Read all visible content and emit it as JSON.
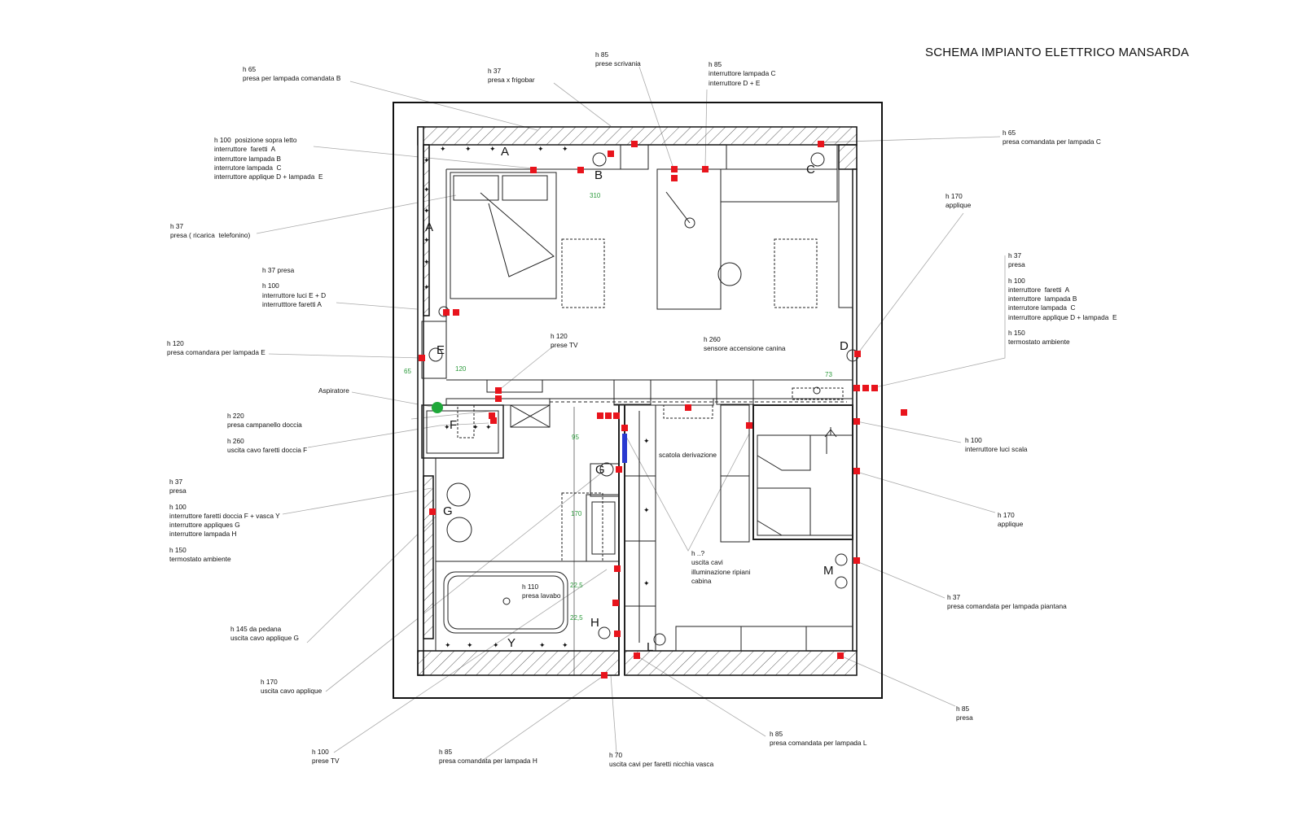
{
  "title": "SCHEMA IMPIANTO ELETTRICO MANSARDA",
  "annotations": {
    "lampada_b": [
      "h 65",
      "presa per lampada comandata B"
    ],
    "sopra_letto": [
      "h 100  posizione sopra letto",
      "interruttore  faretti  A",
      "interruttore lampada B",
      "interrutore lampada  C",
      "interruttore applique D + lampada  E"
    ],
    "ricarica": [
      "h 37",
      "presa ( ricarica  telefonino)"
    ],
    "frigobar": [
      "h 37",
      "presa x frigobar"
    ],
    "scrivania": [
      "h 85",
      "prese scrivania"
    ],
    "interr_c": [
      "h 85",
      "interruttore lampada C",
      "interruttore D + E"
    ],
    "lampada_c": [
      "h 65",
      "presa comandata per lampada C"
    ],
    "applique_d": [
      "h 170",
      "applique"
    ],
    "right_block": [
      "h 37",
      "presa",
      "",
      "h 100",
      "interruttore  faretti  A",
      "interruttore  lampada B",
      "interrutore lampada  C",
      "interruttore applique D + lampada  E",
      "",
      "h 150",
      "termostato ambiente"
    ],
    "ingresso": [
      "h 37 presa",
      "",
      "h 100",
      "interruttore luci E + D",
      "interrutttore faretti A"
    ],
    "lampada_e": [
      "h 120",
      "presa comandara per lampada E"
    ],
    "prese_tv_top": [
      "h 120",
      "prese TV"
    ],
    "sensore": [
      "h 260",
      "sensore accensione canina"
    ],
    "aspiratore": [
      "Aspiratore"
    ],
    "doccia": [
      "h 220",
      "presa campanello doccia",
      "",
      "h 260",
      "uscita cavo faretti doccia F"
    ],
    "scatola": [
      "scatola derivazione"
    ],
    "bagno_block": [
      "h 37",
      "presa",
      "",
      "h 100",
      "interruttore faretti doccia F + vasca Y",
      "interruttore appliques G",
      "interruttore lampada H",
      "",
      "h 150",
      "termostato ambiente"
    ],
    "cabina": [
      "h ..?",
      "uscita cavi",
      "illuminazione ripiani",
      "cabina"
    ],
    "applique_g": [
      "h 145 da pedana",
      "uscita cavo applique G"
    ],
    "uscita_applique": [
      "h 170",
      "uscita cavo applique"
    ],
    "luci_scala": [
      "h 100",
      "interruttore luci scala"
    ],
    "applique_scala": [
      "h 170",
      "applique"
    ],
    "piantana": [
      "h 37",
      "presa comandata per lampada piantana"
    ],
    "lavabo": [
      "h 110",
      "presa lavabo"
    ],
    "presa_85": [
      "h 85",
      "presa"
    ],
    "lampada_l": [
      "h 85",
      "presa comandata per lampada L"
    ],
    "prese_tv_bottom": [
      "h 100",
      "prese TV"
    ],
    "lampada_h": [
      "h 85",
      "presa comandata per lampada H"
    ],
    "nicchia": [
      "h 70",
      "uscita cavi per faretti nicchia vasca"
    ]
  },
  "plan_letters": [
    "A",
    "B",
    "C",
    "A",
    "D",
    "E",
    "F",
    "G",
    "G",
    "M",
    "H",
    "L",
    "Y"
  ],
  "dimensions": [
    "310",
    "65",
    "120",
    "73",
    "95",
    "170",
    "22,5",
    "22,5"
  ],
  "colors": {
    "outlet": "#e8141c",
    "aspirator": "#1fa83a",
    "junction_box": "#2a3ad0",
    "dimension": "#2a9a3a"
  }
}
